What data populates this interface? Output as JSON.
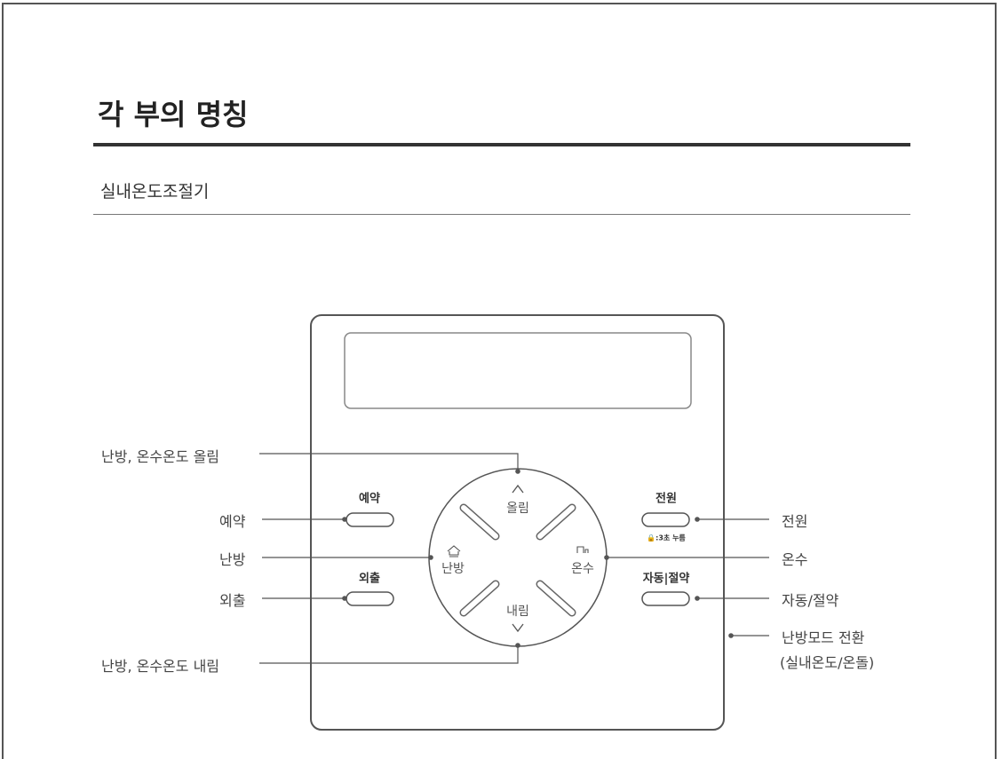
{
  "header": {
    "title": "각 부의 명칭",
    "subtitle": "실내온도조절기"
  },
  "device": {
    "buttons": {
      "reserve": "예약",
      "outing": "외출",
      "power": "전원",
      "auto_save": "자동|절약"
    },
    "lock_hint": "🔒:3초 누름",
    "dial": {
      "up": "올림",
      "down": "내림",
      "heating": "난방",
      "hot_water": "온수"
    }
  },
  "callouts": {
    "up": "난방, 온수온도 올림",
    "reserve": "예약",
    "heating": "난방",
    "outing": "외출",
    "down": "난방, 온수온도 내림",
    "power": "전원",
    "hot_water": "온수",
    "auto_save": "자동/절약",
    "mode_switch_1": "난방모드 전환",
    "mode_switch_2": "(실내온도/온돌)"
  }
}
